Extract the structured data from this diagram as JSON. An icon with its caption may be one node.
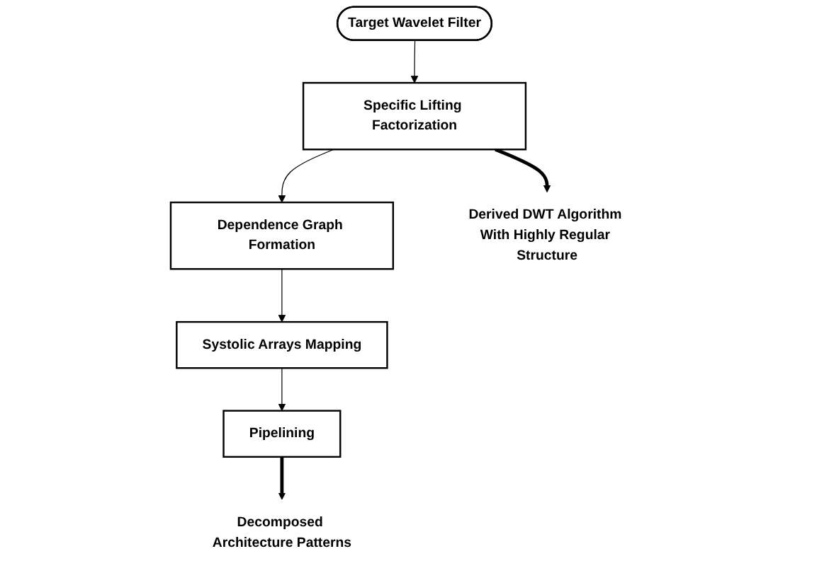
{
  "diagram": {
    "nodes": [
      {
        "text": [
          "Target Wavelet Filter"
        ]
      },
      {
        "text": [
          "Specific Lifting Factorization"
        ]
      },
      {
        "text": [
          "Dependence Graph Formation"
        ]
      },
      {
        "text": [
          "Systolic Arrays Mapping"
        ]
      },
      {
        "text": [
          "Pipelining"
        ]
      },
      {
        "text": [
          "Derived DWT Algorithm With Highly Regular Structure"
        ]
      },
      {
        "text": [
          "Decomposed Architecture Patterns"
        ]
      }
    ],
    "edges": [
      {
        "from": 0,
        "to": 1,
        "arrow": "to"
      },
      {
        "from": 1,
        "to": 2,
        "arrow": "to"
      },
      {
        "from": 2,
        "to": 3,
        "arrow": "to"
      },
      {
        "from": 3,
        "to": 4,
        "arrow": "to"
      },
      {
        "from": 1,
        "to": 5,
        "arrow": "to",
        "style": "thick"
      },
      {
        "from": 4,
        "to": 6,
        "arrow": "to",
        "style": "thick"
      }
    ]
  }
}
